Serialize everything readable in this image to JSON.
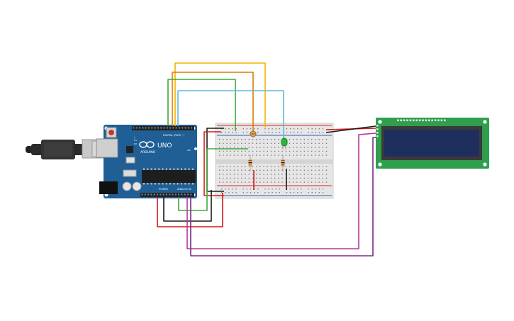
{
  "board": {
    "brand": "ARDUINO",
    "model": "UNO",
    "label_digital": "DIGITAL (PWM ~)",
    "label_power": "POWER",
    "label_analog": "ANALOG IN",
    "label_tx": "TX",
    "label_rx": "RX",
    "label_l": "L",
    "label_on": "ON",
    "color": "#1f5f96"
  },
  "breadboard": {
    "color": "#e6e6e6",
    "rail_red": "#d9221c",
    "rail_blue": "#2a64b8"
  },
  "lcd": {
    "pcb_color": "#2f9e4d",
    "screen_color": "#1e2f5e"
  },
  "led": {
    "color": "#27b83a"
  },
  "wire_colors": {
    "yellow": "#f0b400",
    "orange": "#e07a00",
    "green": "#3ea83c",
    "cyan": "#63b9d6",
    "red": "#d01c1c",
    "black": "#1a1a1a",
    "purple": "#7a2a8a",
    "magenta": "#b0389a"
  }
}
